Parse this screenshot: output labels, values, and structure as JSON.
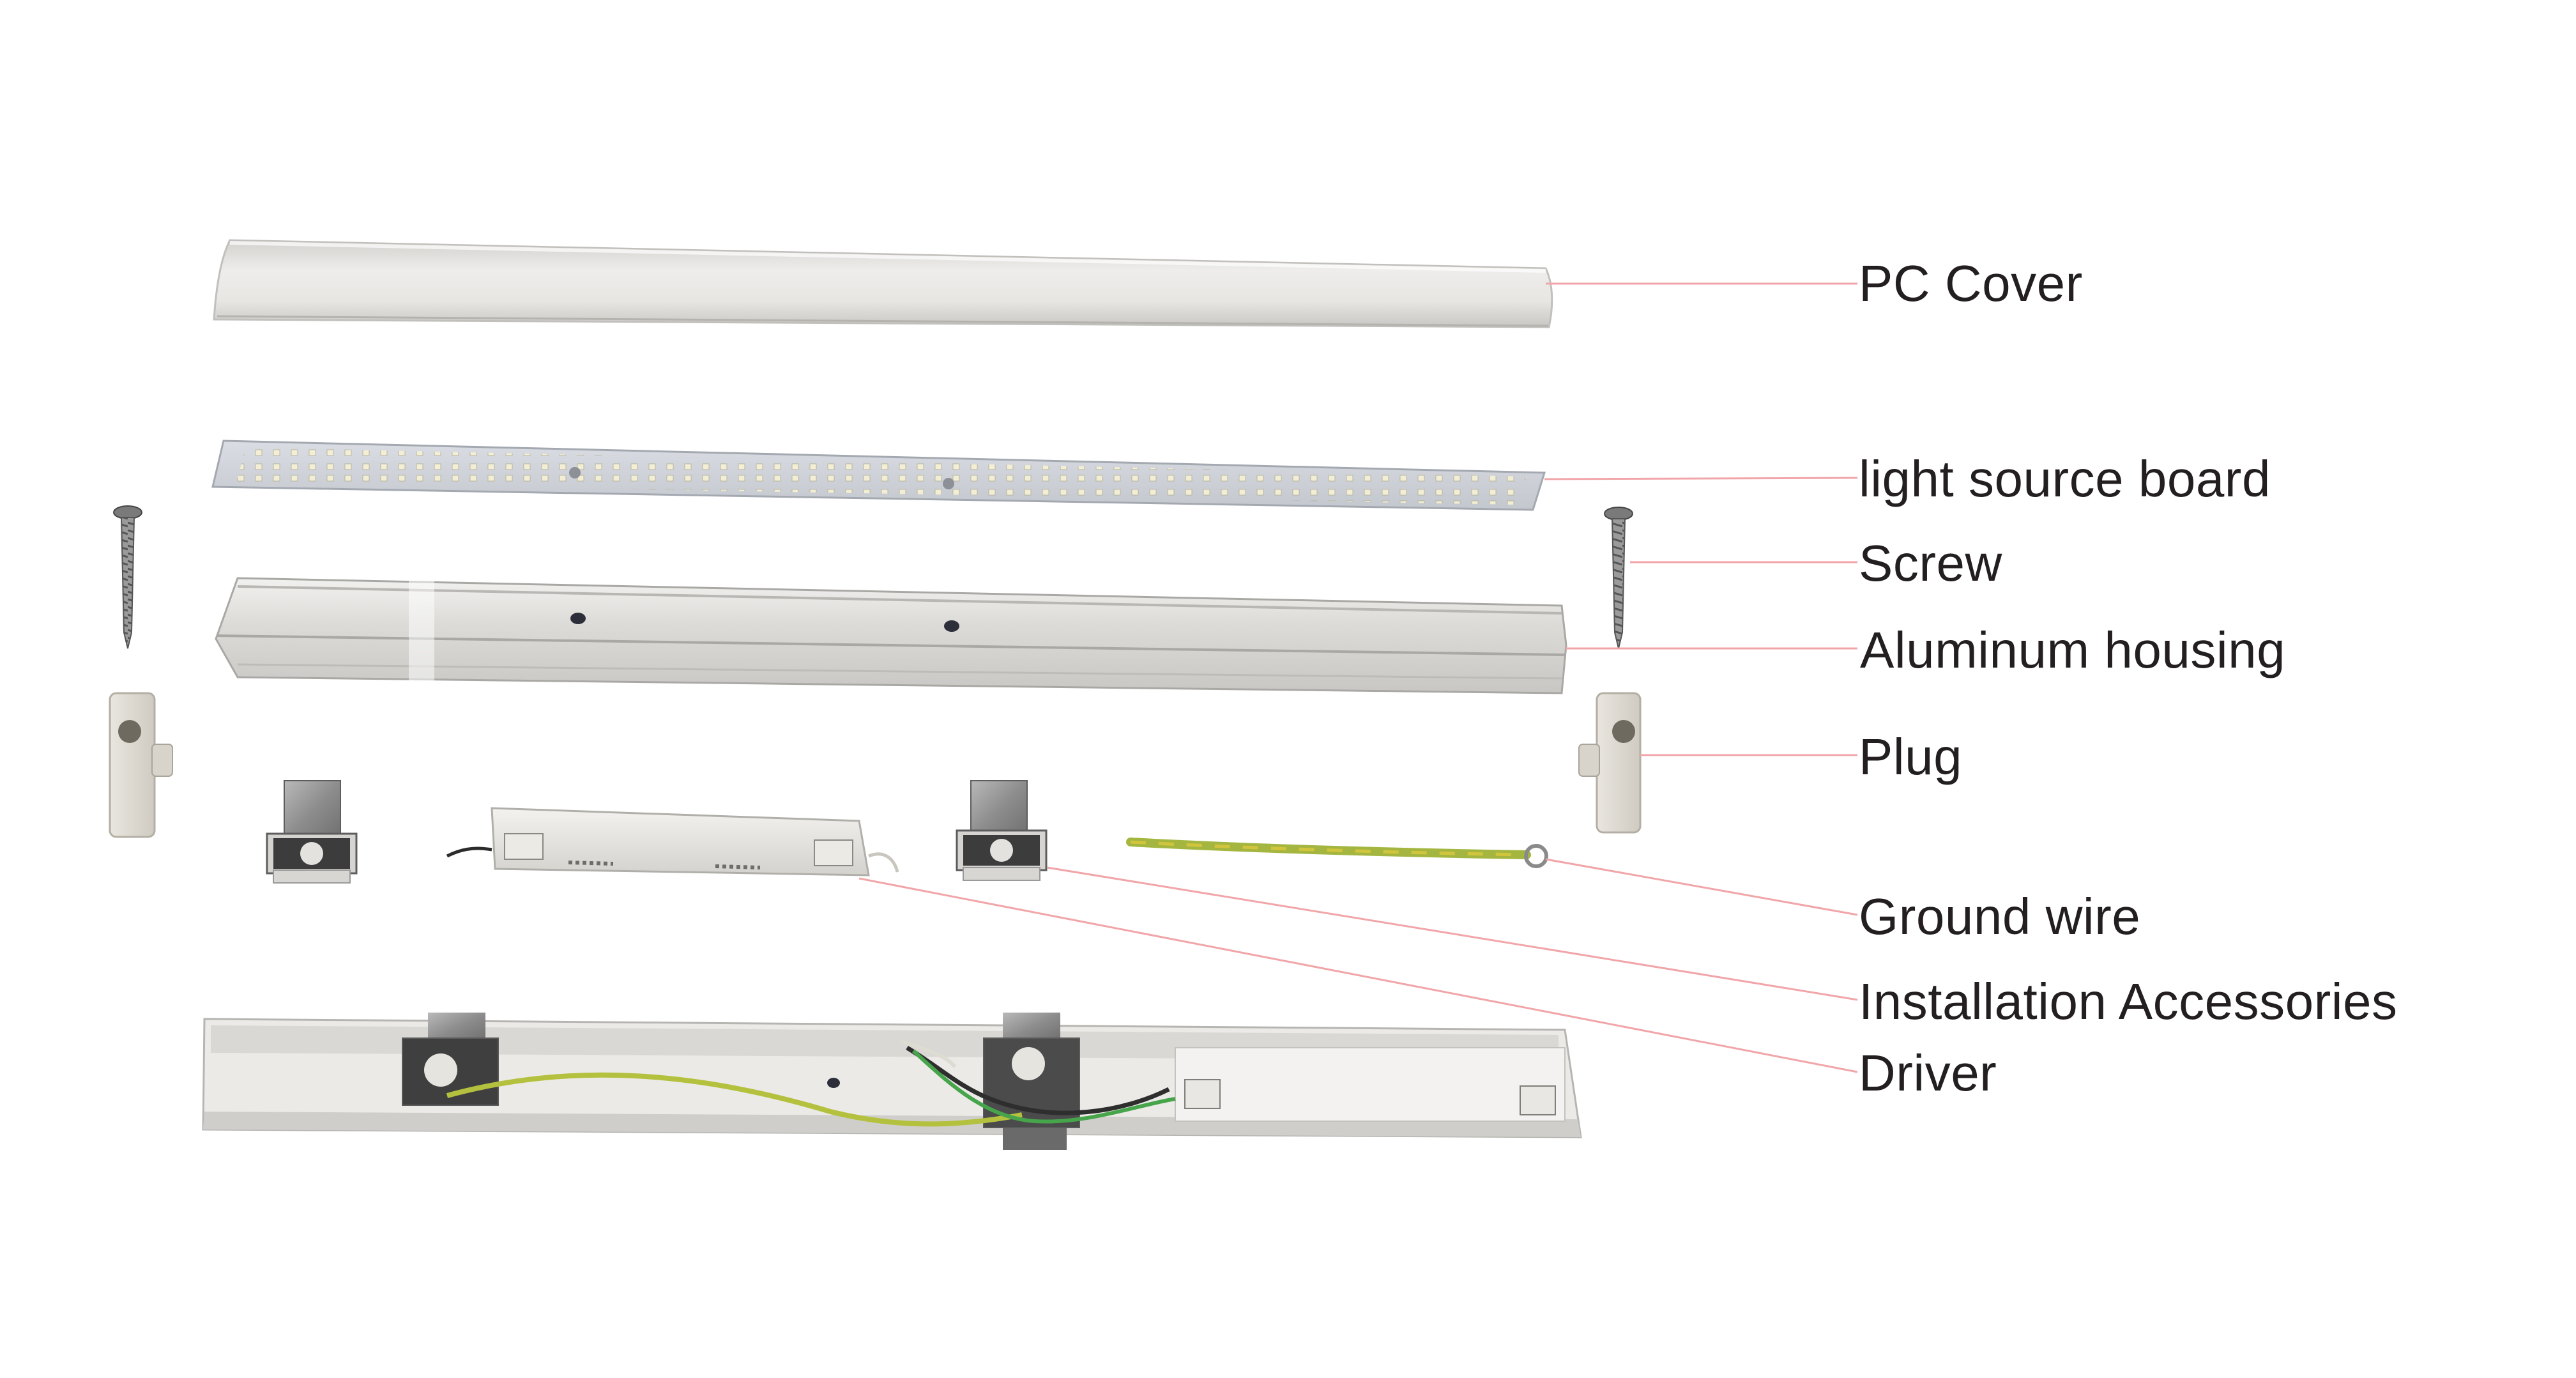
{
  "diagram": {
    "labels": {
      "pc_cover": "PC Cover",
      "light_source_board": "light source board",
      "screw": "Screw",
      "aluminum_housing": "Aluminum housing",
      "plug": "Plug",
      "ground_wire": "Ground wire",
      "installation_accessories": "Installation Accessories",
      "driver": "Driver"
    },
    "colors": {
      "leader_line": "#f1a5a8",
      "label_text": "#231f20",
      "background": "#ffffff"
    }
  }
}
